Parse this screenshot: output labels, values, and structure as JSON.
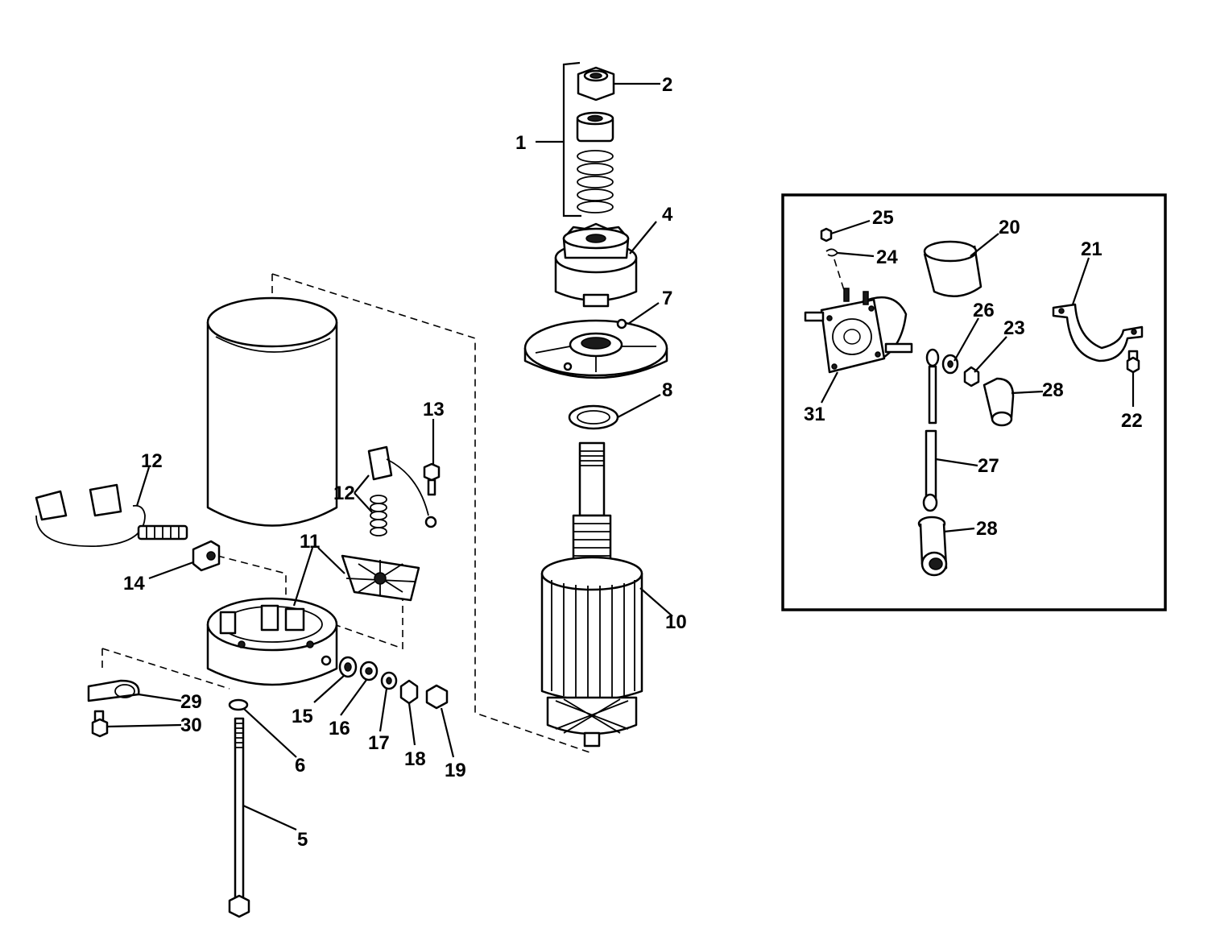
{
  "callouts": {
    "c1": "1",
    "c2": "2",
    "c4": "4",
    "c5": "5",
    "c6": "6",
    "c7": "7",
    "c8": "8",
    "c10": "10",
    "c11": "11",
    "c12a": "12",
    "c12b": "12",
    "c13": "13",
    "c14": "14",
    "c15": "15",
    "c16": "16",
    "c17": "17",
    "c18": "18",
    "c19": "19",
    "c20": "20",
    "c21": "21",
    "c22": "22",
    "c23": "23",
    "c24": "24",
    "c25": "25",
    "c26": "26",
    "c27": "27",
    "c28a": "28",
    "c28b": "28",
    "c29": "29",
    "c30": "30",
    "c31": "31"
  }
}
